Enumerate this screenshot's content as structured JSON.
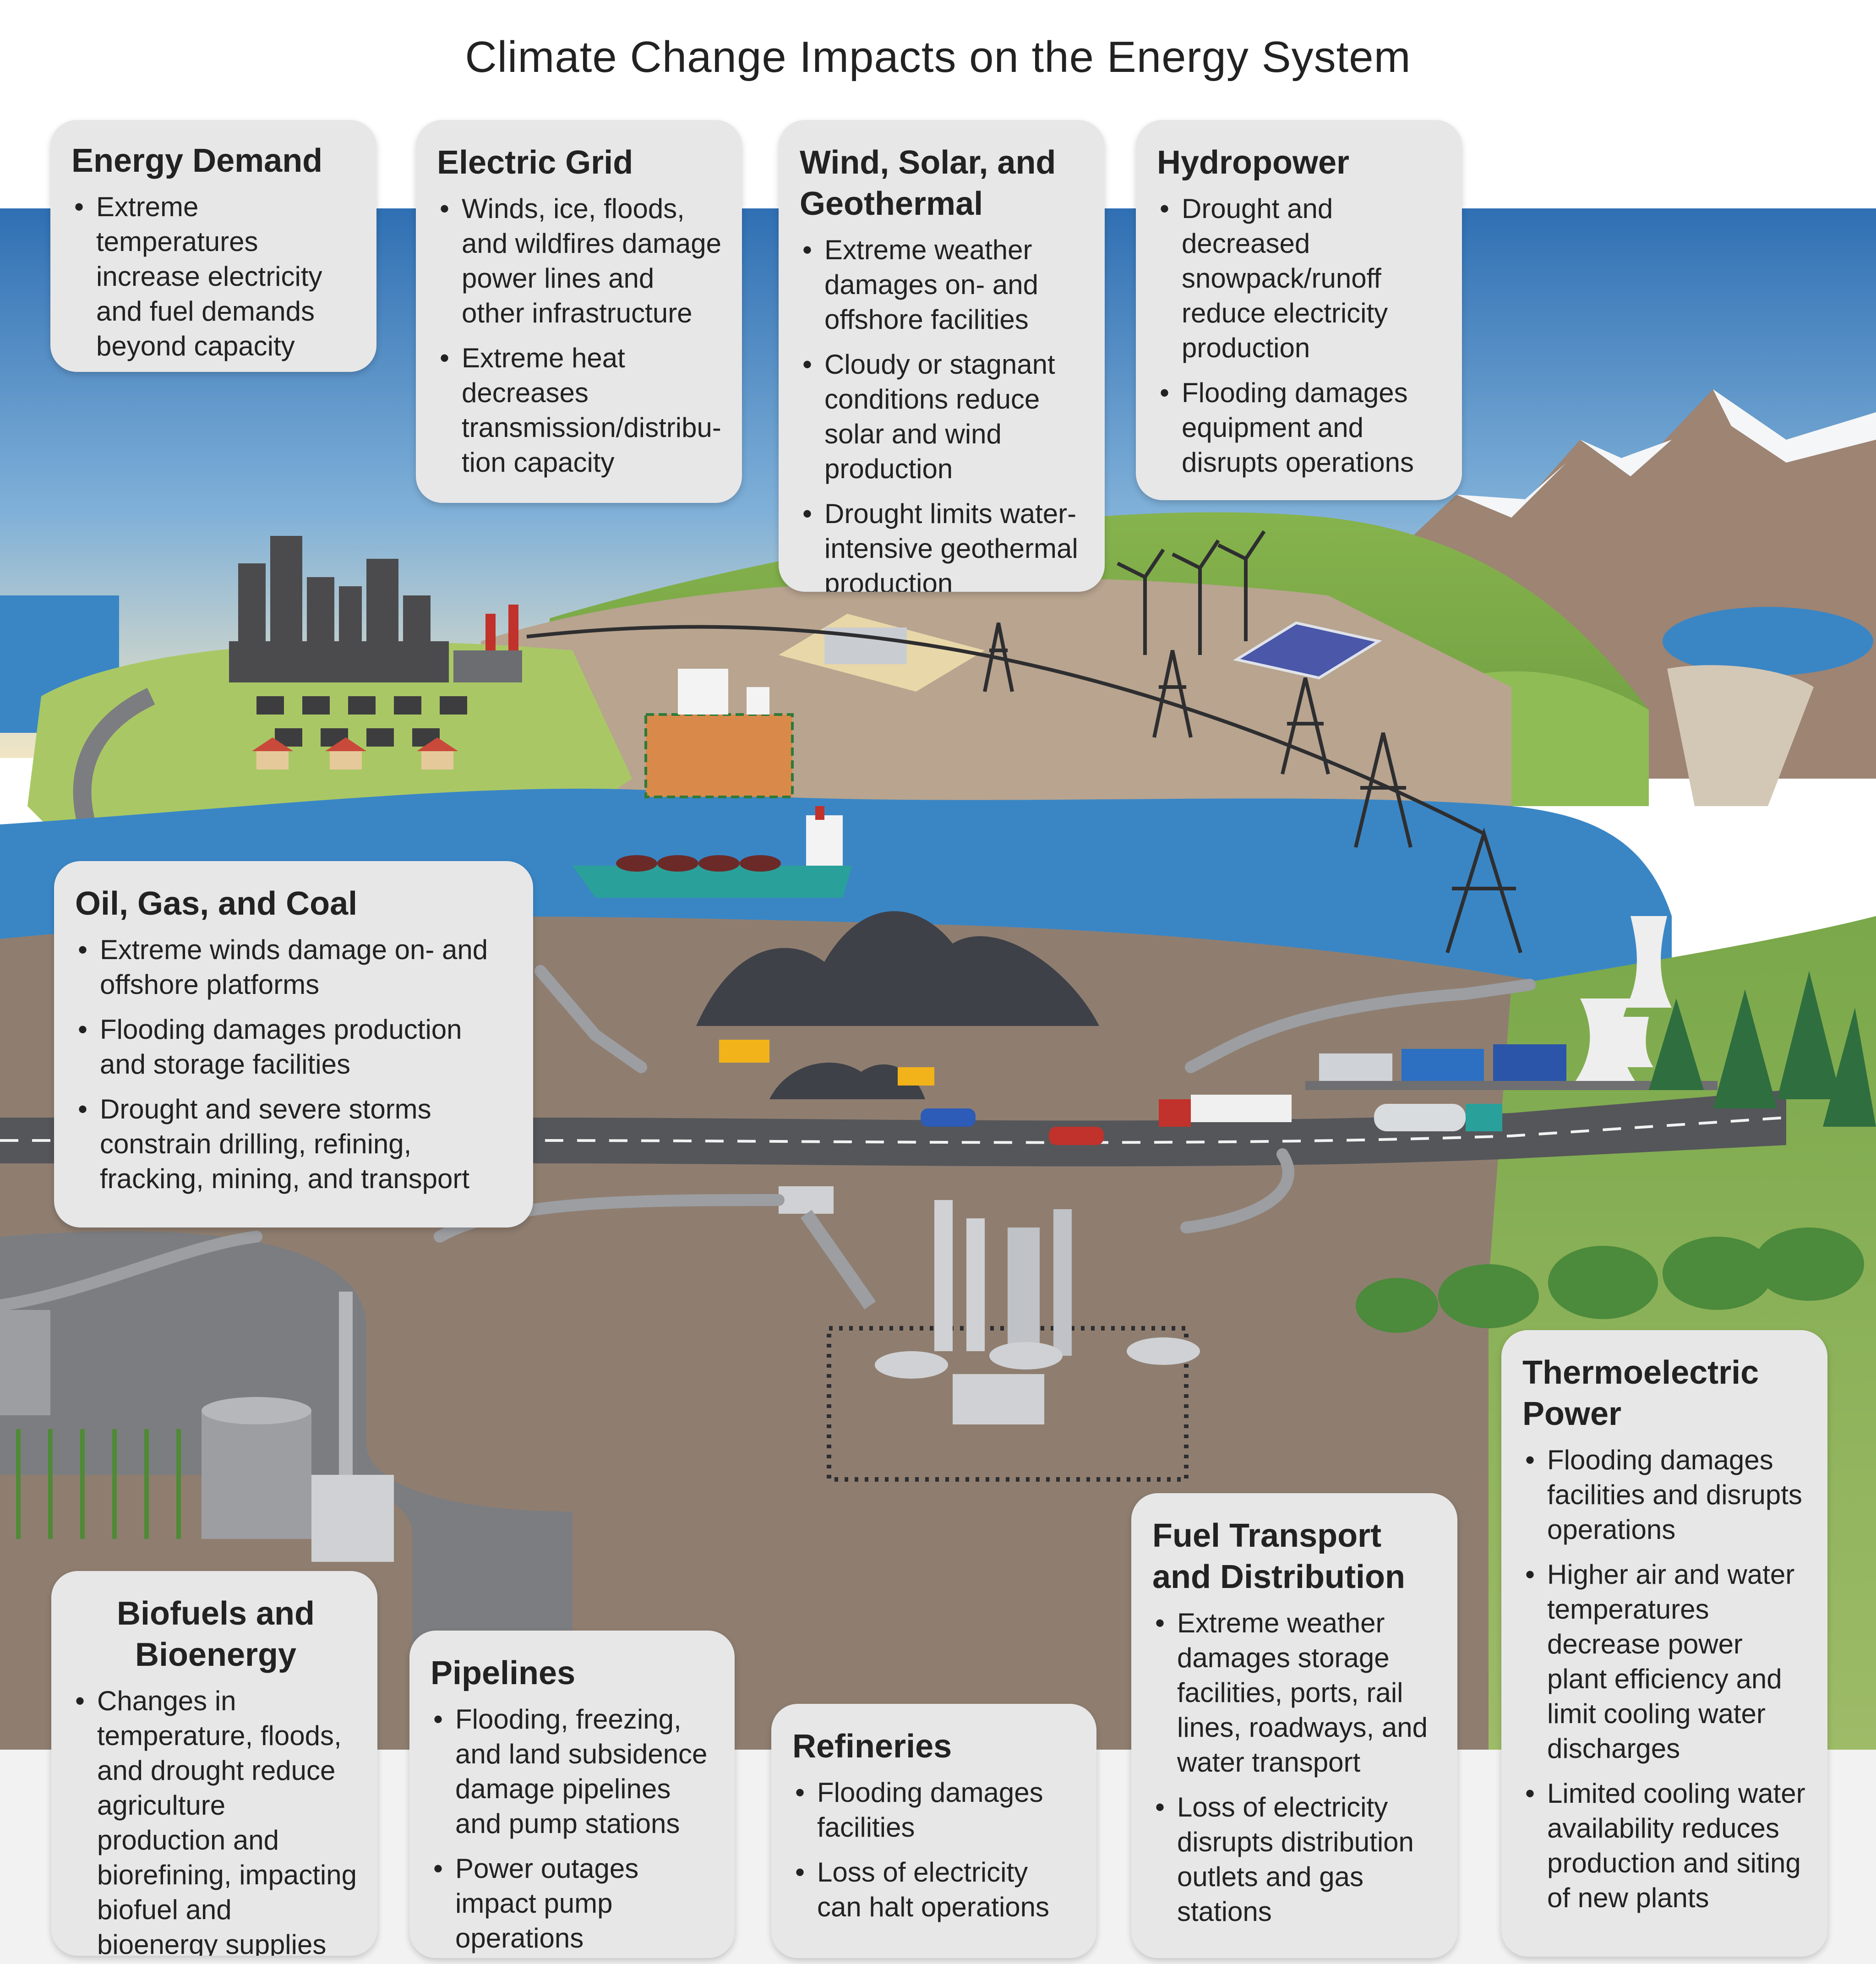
{
  "title": "Climate Change Impacts on the Energy System",
  "colors": {
    "sky_top": "#2f6fb3",
    "sky_bottom": "#f1e6c6",
    "water": "#3a86c5",
    "land_brown": "#8f7e70",
    "land_green": "#7dab46",
    "mountain": "#9d8473",
    "road": "#7c7d80",
    "card_bg": "#e7e7e8",
    "text": "#222222"
  },
  "cards": {
    "energy_demand": {
      "title": "Energy Demand",
      "bullets": [
        "Extreme temperatures increase electricity and fuel demands beyond capacity"
      ]
    },
    "electric_grid": {
      "title": "Electric Grid",
      "bullets": [
        "Winds, ice, floods, and wildfires damage power lines and other infrastructure",
        "Extreme heat decreases transmission/distribu-tion capacity"
      ]
    },
    "wind_solar": {
      "title": "Wind, Solar, and Geothermal",
      "bullets": [
        "Extreme weather damages on- and offshore facilities",
        "Cloudy or stagnant conditions reduce solar and wind production",
        "Drought limits water-intensive geothermal production"
      ]
    },
    "hydropower": {
      "title": "Hydropower",
      "bullets": [
        "Drought and decreased snowpack/runoff reduce electricity production",
        "Flooding damages equipment and disrupts operations"
      ]
    },
    "oil_gas_coal": {
      "title": "Oil, Gas, and Coal",
      "bullets": [
        "Extreme winds damage on- and offshore platforms",
        "Flooding damages production and storage facilities",
        "Drought and severe storms constrain drilling, refining, fracking, mining, and transport"
      ]
    },
    "biofuels": {
      "title": "Biofuels and Bioenergy",
      "bullets": [
        "Changes in temperature, floods, and drought reduce agriculture production and biorefining, impacting biofuel and bioenergy supplies"
      ]
    },
    "pipelines": {
      "title": "Pipelines",
      "bullets": [
        "Flooding, freezing, and land subsidence damage pipelines and pump stations",
        "Power outages impact pump operations"
      ]
    },
    "refineries": {
      "title": "Refineries",
      "bullets": [
        "Flooding damages facilities",
        "Loss of electricity can halt operations"
      ]
    },
    "fuel_transport": {
      "title": "Fuel Transport and Distribution",
      "bullets": [
        "Extreme weather damages storage facilities, ports, rail lines, roadways, and water transport",
        "Loss of electricity disrupts distribution outlets and gas stations"
      ]
    },
    "thermoelectric": {
      "title": "Thermoelectric Power",
      "bullets": [
        "Flooding damages facilities and disrupts operations",
        "Higher air and water temperatures decrease power plant efficiency and limit cooling water discharges",
        "Limited cooling water availability reduces production and siting of new plants"
      ]
    }
  }
}
